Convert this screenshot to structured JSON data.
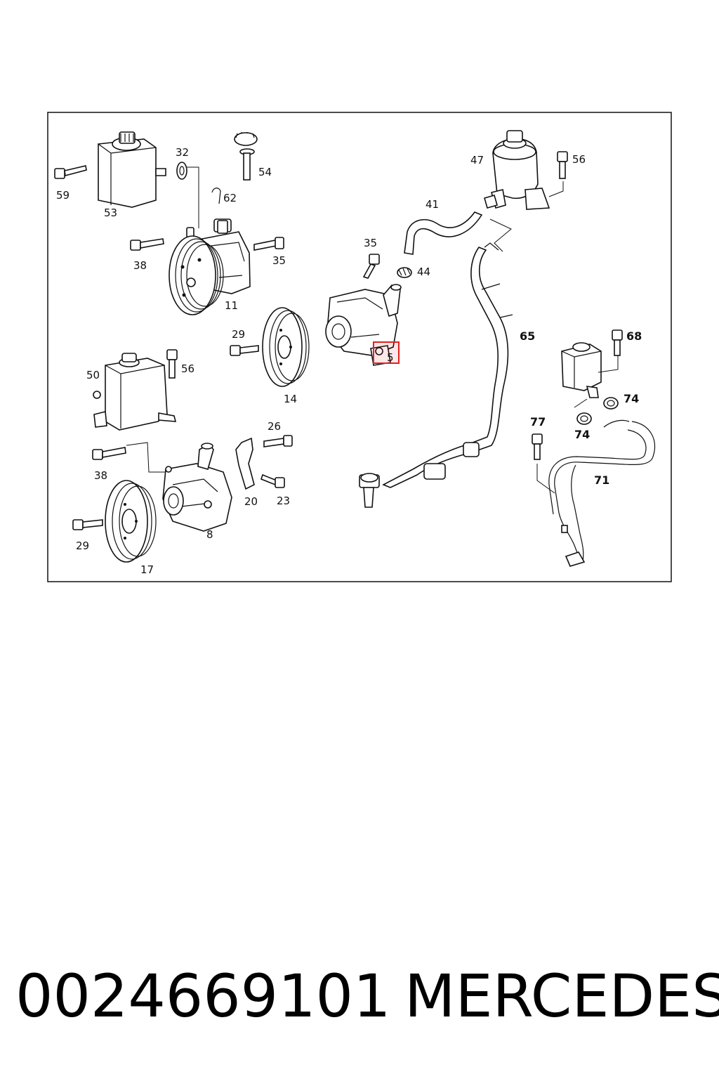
{
  "diagram": {
    "labels": {
      "l59": "59",
      "l53": "53",
      "l32": "32",
      "l54": "54",
      "l62": "62",
      "l38a": "38",
      "l35a": "35",
      "l11": "11",
      "l29a": "29",
      "l14": "14",
      "l50": "50",
      "l56a": "56",
      "l26": "26",
      "l38b": "38",
      "l20": "20",
      "l23": "23",
      "l8": "8",
      "l29b": "29",
      "l17": "17",
      "l35b": "35",
      "l44": "44",
      "l5": "5",
      "l41": "41",
      "l47": "47",
      "l56b": "56",
      "l65": "65",
      "l68": "68",
      "l74a": "74",
      "l74b": "74",
      "l77": "77",
      "l71": "71"
    },
    "highlight_label": "5",
    "highlight_color": "#e02020"
  },
  "footer": {
    "part_number": "0024669101",
    "brand": "MERCEDES"
  }
}
